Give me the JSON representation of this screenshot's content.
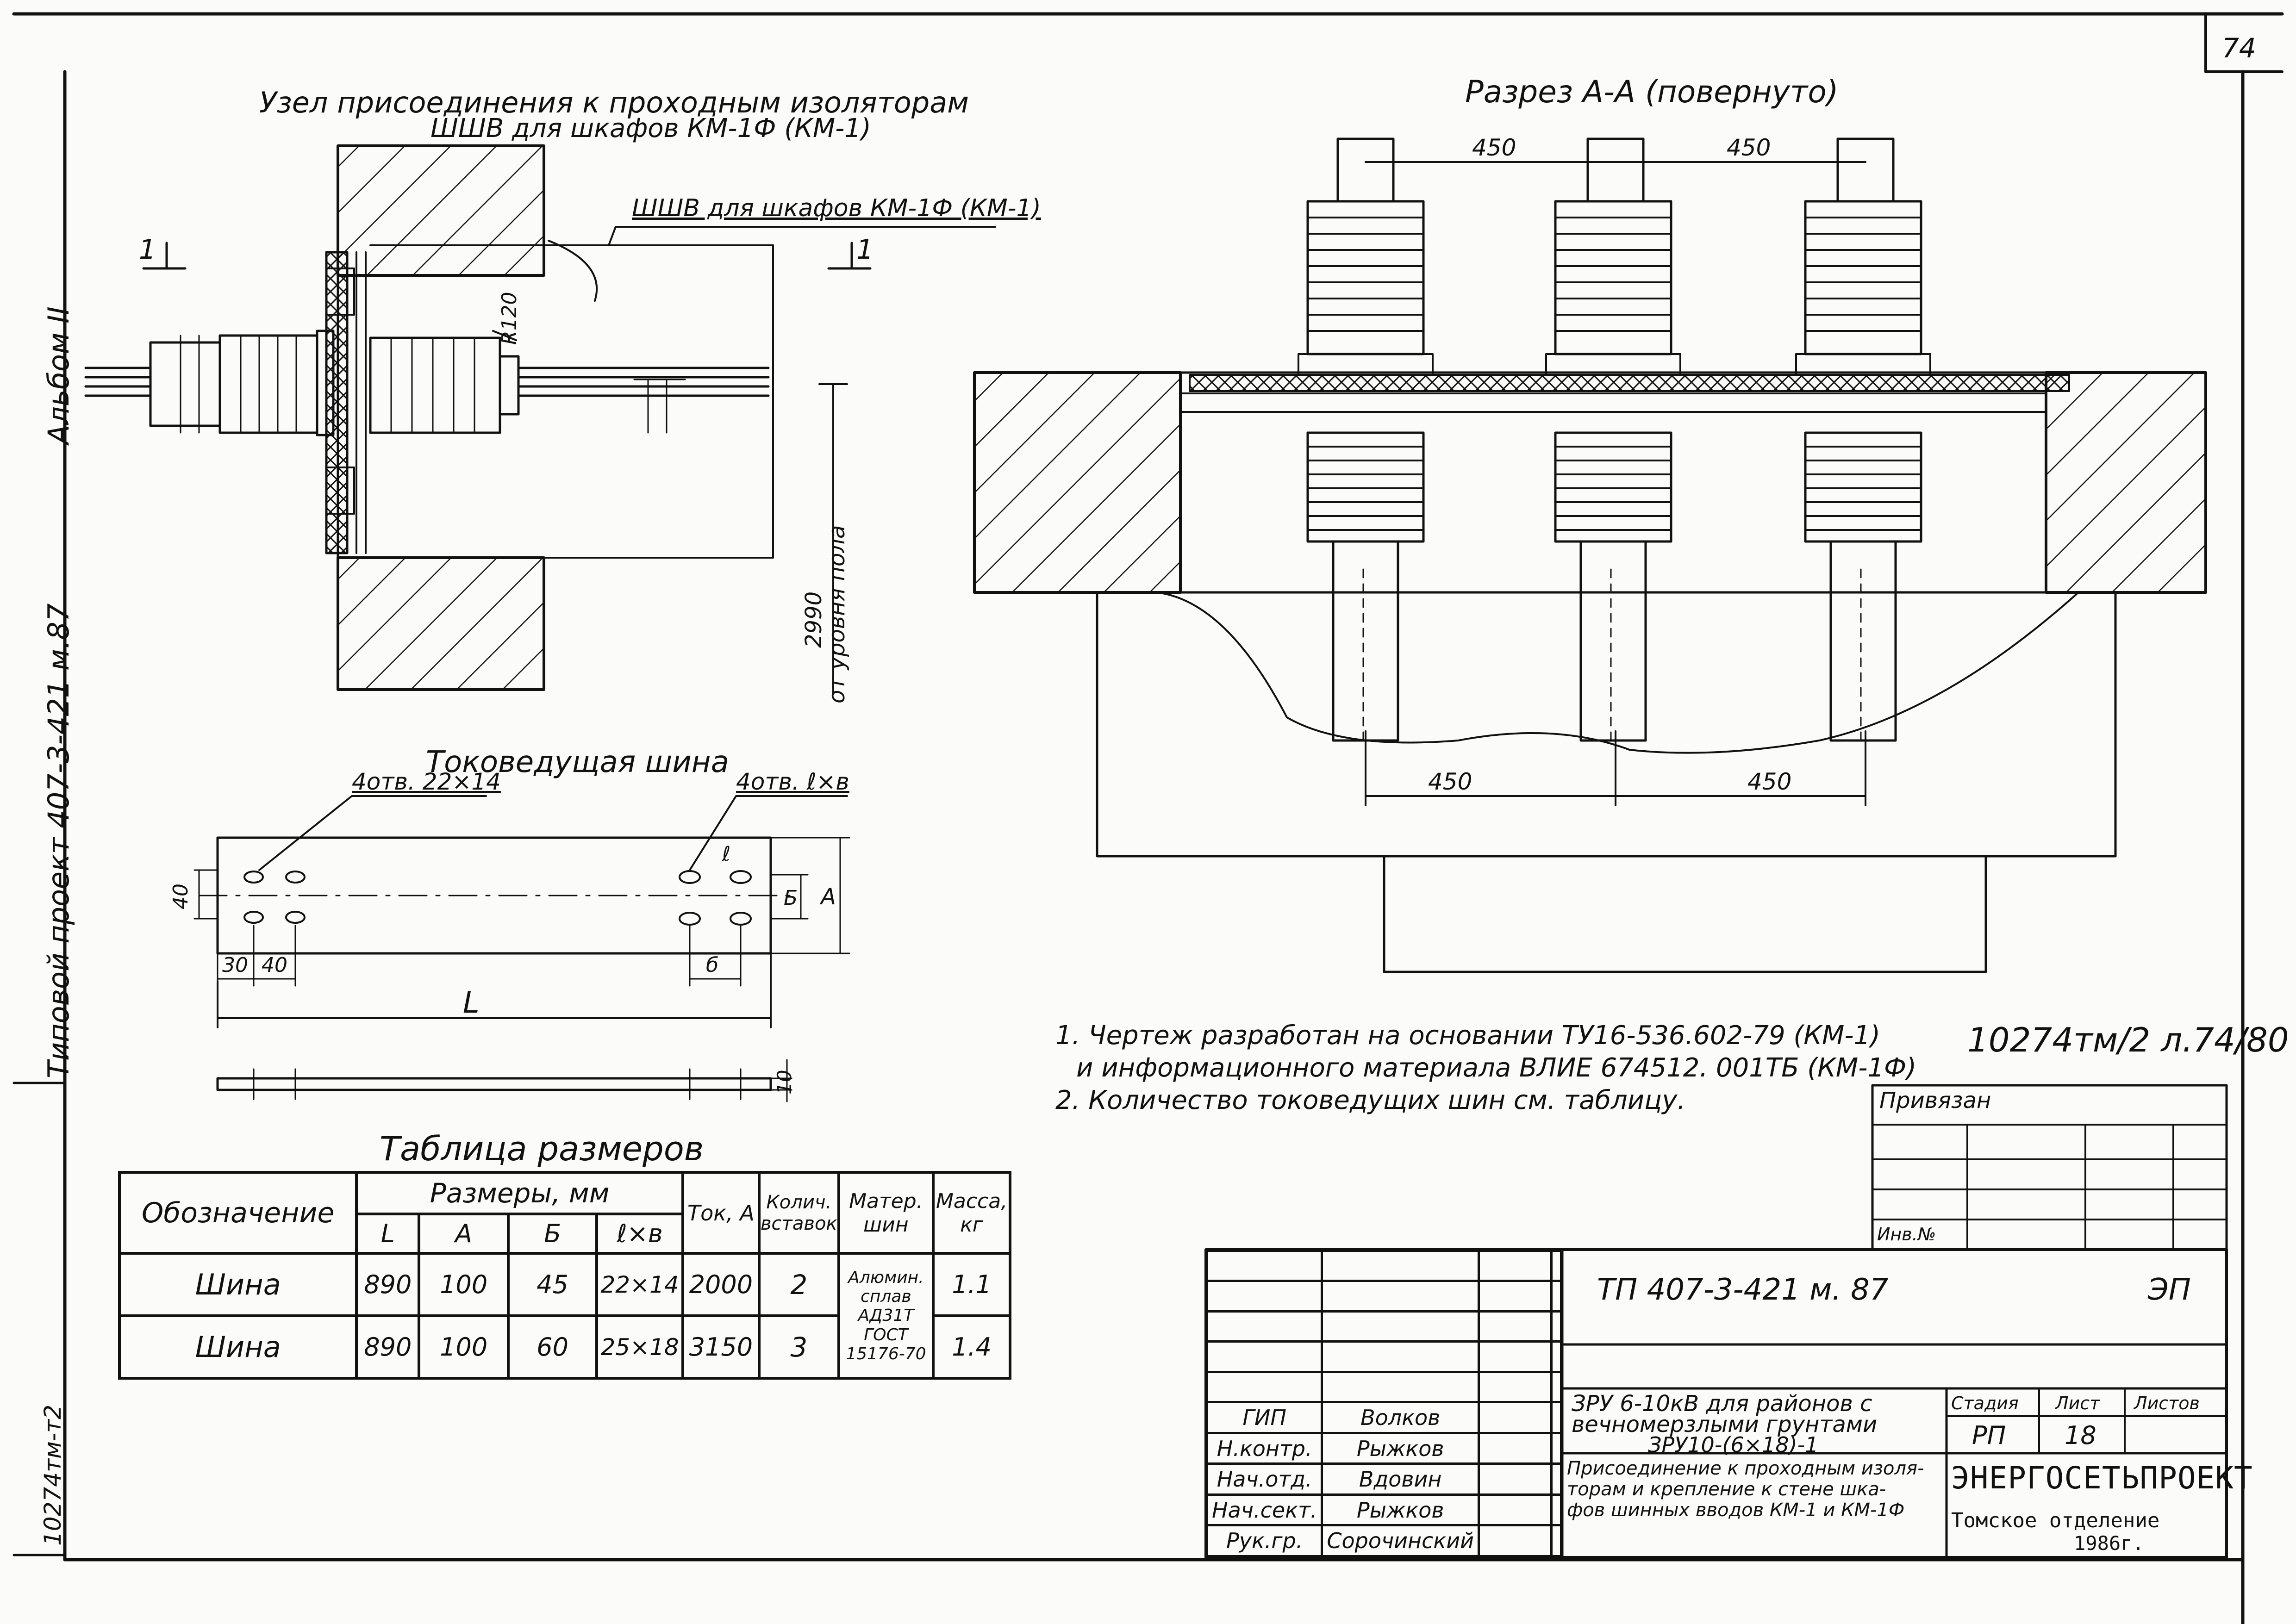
{
  "sheet": {
    "page_number": "74"
  },
  "side_labels": {
    "album": "Альбом II",
    "project": "Типовой проект 407-3-421 м.87",
    "archive": "10274тм-т2"
  },
  "node_view": {
    "title_line1": "Узел присоединения к проходным изоляторам",
    "title_line2": "ШШВ для шкафов КМ-1Ф (КМ-1)",
    "bus_label": "ШШВ для шкафов КМ-1Ф (КМ-1)",
    "section_mark": "1",
    "radius": "R120",
    "height_value": "2990",
    "height_note": "от уровня пола"
  },
  "section_aa": {
    "title": "Разрез А-А (повернуто)",
    "dim_top_1": "450",
    "dim_top_2": "450",
    "dim_bottom_1": "450",
    "dim_bottom_2": "450"
  },
  "busbar": {
    "title": "Токоведущая шина",
    "holes_left": "4отв. 22×14",
    "holes_right": "4отв. ℓ×в",
    "dim_40": "40",
    "dim_30": "30",
    "dim_40b": "40",
    "dim_L": "L",
    "dim_b": "Б",
    "dim_A": "А",
    "dim_e": "ℓ",
    "dim_10": "10",
    "dim_b2": "б"
  },
  "notes": [
    "1. Чертеж разработан на основании ТУ16-536.602-79 (КМ-1)",
    "и информационного материала ВЛИЕ 674512. 001ТБ (КМ-1Ф)",
    "2. Количество токоведущих шин см. таблицу."
  ],
  "archive_stamp": "10274тм/2 л.74/80",
  "size_table": {
    "title": "Таблица размеров",
    "header": {
      "designation": "Обозначение",
      "sizes": "Размеры, мм",
      "current": "Ток, А",
      "count": "Колич. вставок",
      "material": "Матер. шин",
      "mass": "Масса, кг"
    },
    "subheader": [
      "L",
      "А",
      "Б",
      "ℓ×в"
    ],
    "rows": [
      {
        "name": "Шина",
        "L": "890",
        "A": "100",
        "B": "45",
        "ev": "22×14",
        "current": "2000",
        "count": "2",
        "mass": "1.1"
      },
      {
        "name": "Шина",
        "L": "890",
        "A": "100",
        "B": "60",
        "ev": "25×18",
        "current": "3150",
        "count": "3",
        "mass": "1.4"
      }
    ],
    "material": [
      "Алюмин.",
      "сплав",
      "АД31Т",
      "ГОСТ",
      "15176-70"
    ]
  },
  "title_block": {
    "privyazan": "Привязан",
    "inv": "Инв.№",
    "code": "ТП   407-3-421 м. 87",
    "section": "ЭП",
    "roles": [
      "ГИП",
      "Н.контр.",
      "Нач.отд.",
      "Нач.сект.",
      "Рук.гр."
    ],
    "names": [
      "Волков",
      "Рыжков",
      "Вдовин",
      "Рыжков",
      "Сорочинский"
    ],
    "name_line1": "ЗРУ 6-10кВ для районов с",
    "name_line2": "вечномерзлыми грунтами",
    "name_line3": "ЗРУ10-(6×18)-1",
    "stage_h": "Стадия",
    "sheet_h": "Лист",
    "sheets_h": "Листов",
    "stage": "РП",
    "sheet": "18",
    "desc_line1": "Присоединение к проходным изоля-",
    "desc_line2": "торам и крепление к стене шка-",
    "desc_line3": "фов шинных вводов КМ-1 и КМ-1Ф",
    "org": "ЭНЕРГОСЕТЬПРОЕКТ",
    "branch": "Томское    отделение",
    "year": "1986г."
  }
}
